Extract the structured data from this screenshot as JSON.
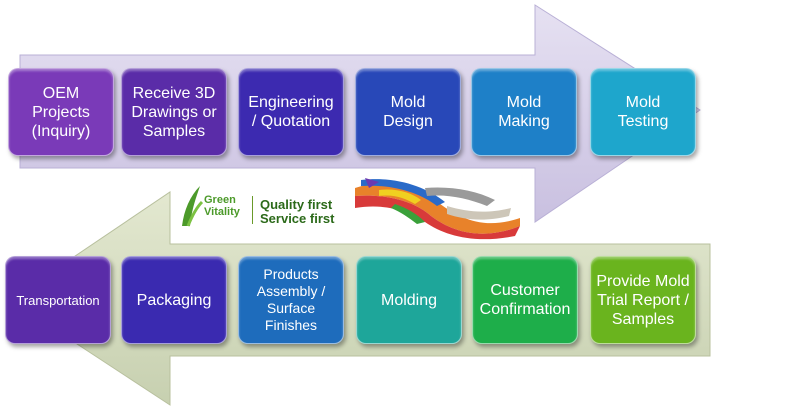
{
  "top_row": [
    {
      "label": "OEM\nProjects\n(Inquiry)",
      "color": "#7a3ab8"
    },
    {
      "label": "Receive 3D\nDrawings or\nSamples",
      "color": "#5a2ca8"
    },
    {
      "label": "Engineering\n/ Quotation",
      "color": "#3c2ab0"
    },
    {
      "label": "Mold\nDesign",
      "color": "#2848b8"
    },
    {
      "label": "Mold\nMaking",
      "color": "#1e80c8"
    },
    {
      "label": "Mold\nTesting",
      "color": "#1ea6cc"
    }
  ],
  "bottom_row": [
    {
      "label": "Transportation",
      "color": "#5a2ca8"
    },
    {
      "label": "Packaging",
      "color": "#3a2ab0"
    },
    {
      "label": "Products\nAssembly /\nSurface\nFinishes",
      "color": "#1e6cbc"
    },
    {
      "label": "Molding",
      "color": "#1ea69a"
    },
    {
      "label": "Customer\nConfirmation",
      "color": "#1eae4a"
    },
    {
      "label": "Provide Mold\nTrial Report /\nSamples",
      "color": "#6ab41e"
    }
  ],
  "logo": {
    "brand": "Green\nVitality",
    "tagline": "Quality first\nService first"
  },
  "colors": {
    "arrow_fill": "#d4cde8",
    "arrow_stroke": "#b9b0d6",
    "brand_green": "#4c9a2a"
  }
}
